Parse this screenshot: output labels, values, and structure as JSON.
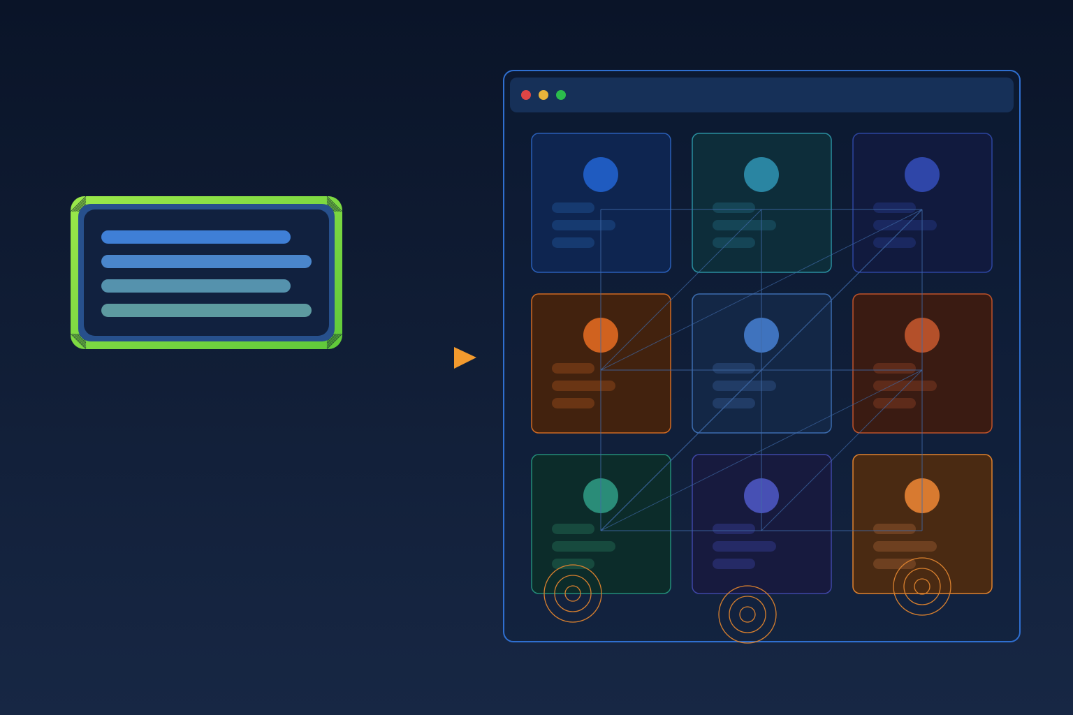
{
  "colors": {
    "background_top": "#0a1428",
    "background_bottom": "#172744",
    "frame_glow": "#7ee03a",
    "window_border": "#2f6fd0",
    "window_titlebar": "#163058",
    "arrow_start": "#2f6fd0",
    "arrow_end": "#f29a2e",
    "pulse": "#d9802e",
    "connector": "#3f6aa8"
  },
  "window": {
    "controls": [
      {
        "name": "close",
        "color": "#e04545"
      },
      {
        "name": "minimize",
        "color": "#e8b43a"
      },
      {
        "name": "maximize",
        "color": "#2bbb4c"
      }
    ]
  },
  "source_panel": {
    "line_colors": [
      "#3f7fd6",
      "#4a86cc",
      "#5592ad",
      "#5d9aa0"
    ]
  },
  "cards": [
    {
      "name": "card-1",
      "bg": "#0e2550",
      "border": "#2a5fb8",
      "avatar": "#1f5bc0",
      "bar": "#163a70"
    },
    {
      "name": "card-2",
      "bg": "#0d2d3a",
      "border": "#2a8fa0",
      "avatar": "#2a85a2",
      "bar": "#154556"
    },
    {
      "name": "card-3",
      "bg": "#111a3e",
      "border": "#2d45a0",
      "avatar": "#2f46a8",
      "bar": "#1a2860"
    },
    {
      "name": "card-4",
      "bg": "#42220e",
      "border": "#d06a22",
      "avatar": "#d0621f",
      "bar": "#6a3514"
    },
    {
      "name": "card-5",
      "bg": "#132746",
      "border": "#3c6db0",
      "avatar": "#3f73be",
      "bar": "#213c66"
    },
    {
      "name": "card-6",
      "bg": "#3a1b12",
      "border": "#c0532a",
      "avatar": "#b4502a",
      "bar": "#5e2b1a"
    },
    {
      "name": "card-7",
      "bg": "#0c2c2a",
      "border": "#238c78",
      "avatar": "#2a8c78",
      "bar": "#174a3e"
    },
    {
      "name": "card-8",
      "bg": "#171a3e",
      "border": "#3f46a6",
      "avatar": "#4750b4",
      "bar": "#252a66"
    },
    {
      "name": "card-9",
      "bg": "#4a2a12",
      "border": "#e0822e",
      "avatar": "#d87a30",
      "bar": "#6e4020"
    }
  ]
}
